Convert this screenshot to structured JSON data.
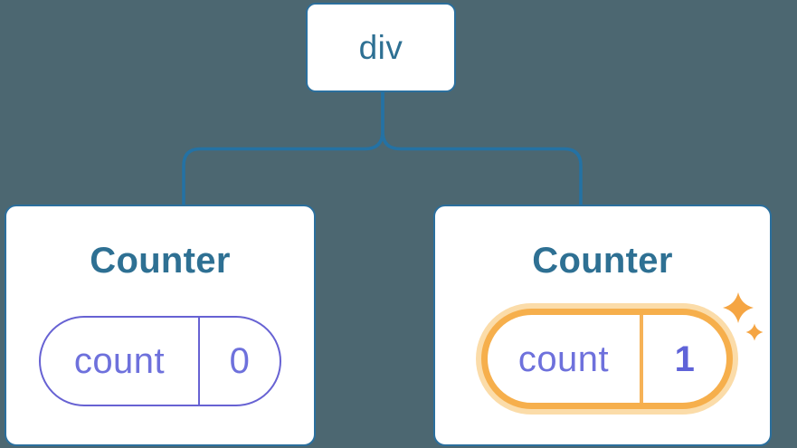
{
  "root_node": {
    "label": "div"
  },
  "cards": [
    {
      "title": "Counter",
      "state_name": "count",
      "state_value": "0",
      "highlighted": false
    },
    {
      "title": "Counter",
      "state_name": "count",
      "state_value": "1",
      "highlighted": true
    }
  ],
  "icons": [
    {
      "name": "sparkle-icon",
      "meaning": "state-updated-sparkles"
    }
  ],
  "colors": {
    "bg": "#4C6771",
    "stroke-blue": "#2B6F9D",
    "line-blue": "#2472A4",
    "text-blue": "#2E7093",
    "purple": "#6762D3",
    "purple-text": "#6E71DC",
    "purple-bold": "#5F63D8",
    "orange": "#F6AF4C",
    "orange-halo": "#FBDCA9",
    "orange-divider": "#F6B257",
    "sparkle": "#F5A543"
  }
}
